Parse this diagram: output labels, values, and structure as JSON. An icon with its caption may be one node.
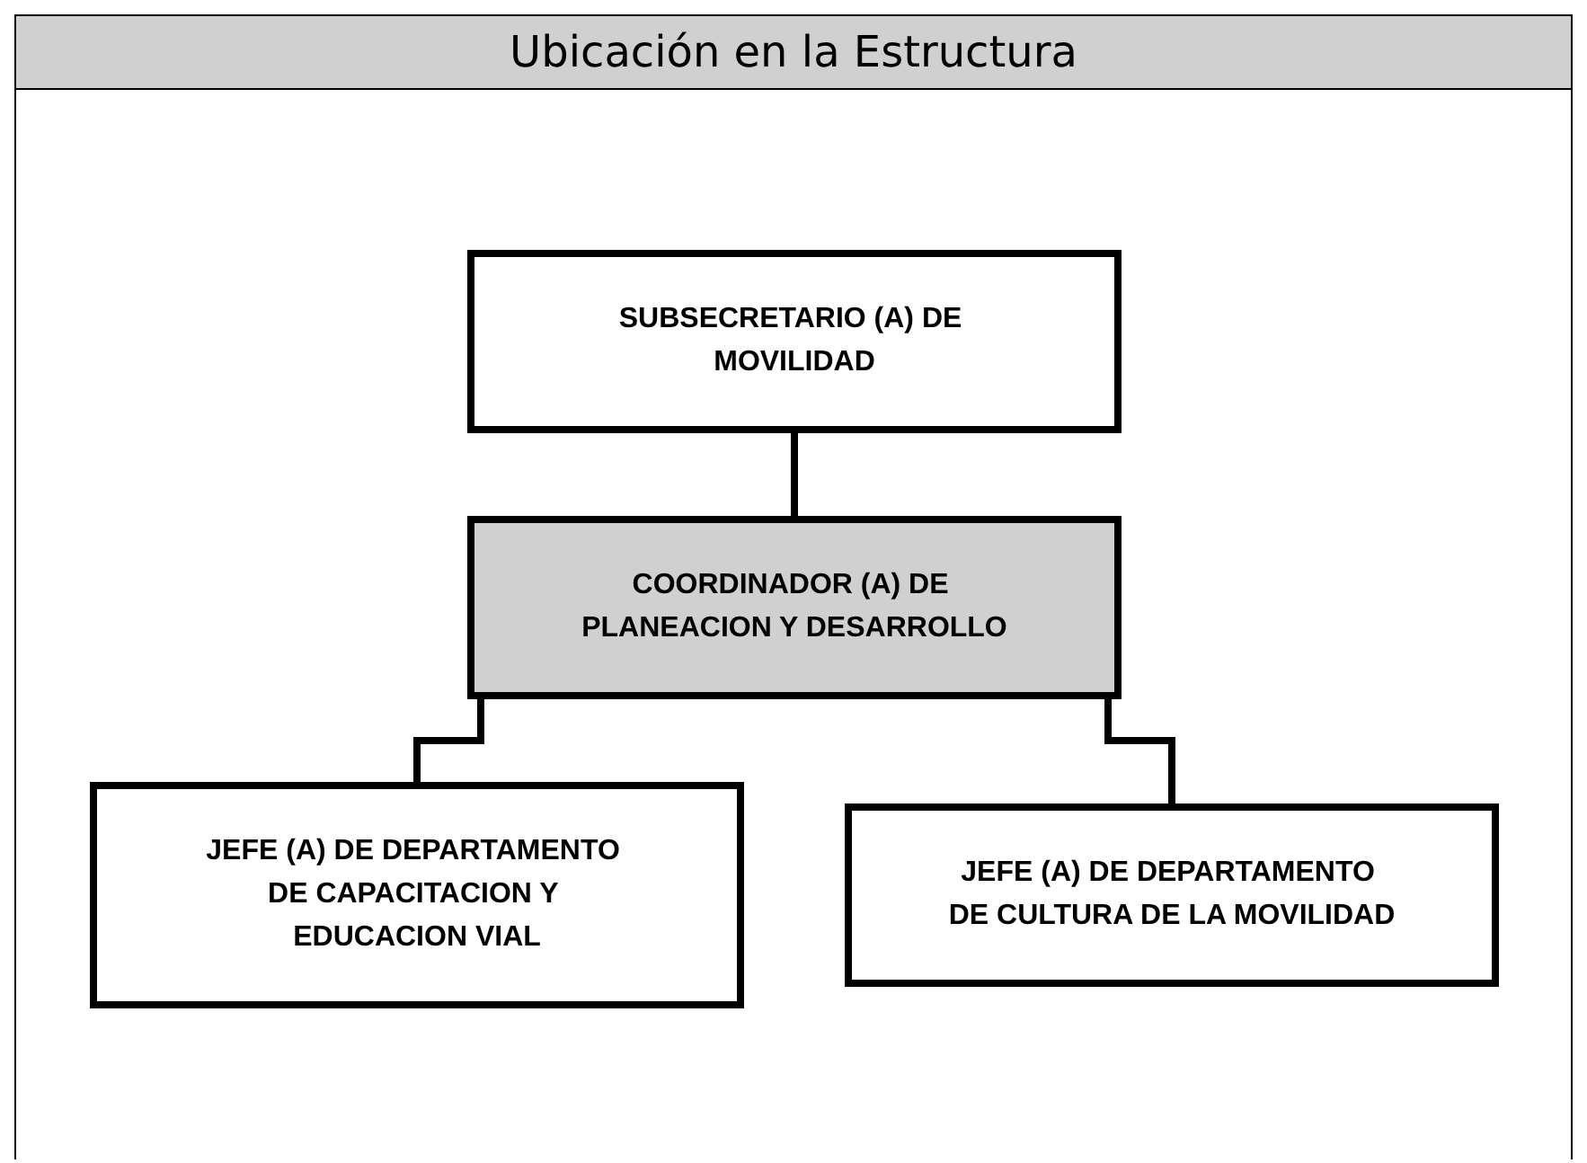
{
  "diagram": {
    "title": "Ubicación en la Estructura",
    "nodes": [
      {
        "text": [
          "SUBSECRETARIO (A) DE MOVILIDAD"
        ]
      },
      {
        "text": [
          "COORDINADOR (A) DE PLANEACION Y DESARROLLO"
        ]
      },
      {
        "text": [
          "JEFE (A) DE DEPARTAMENTO DE CAPACITACION Y EDUCACION VIAL"
        ]
      },
      {
        "text": [
          "JEFE (A) DE DEPARTAMENTO DE CULTURA DE LA MOVILIDAD"
        ]
      }
    ],
    "edges": [
      {
        "from": 0,
        "to": 1,
        "arrow": "none"
      },
      {
        "from": 1,
        "to": 2,
        "arrow": "none"
      },
      {
        "from": 1,
        "to": 3,
        "arrow": "none"
      }
    ]
  }
}
